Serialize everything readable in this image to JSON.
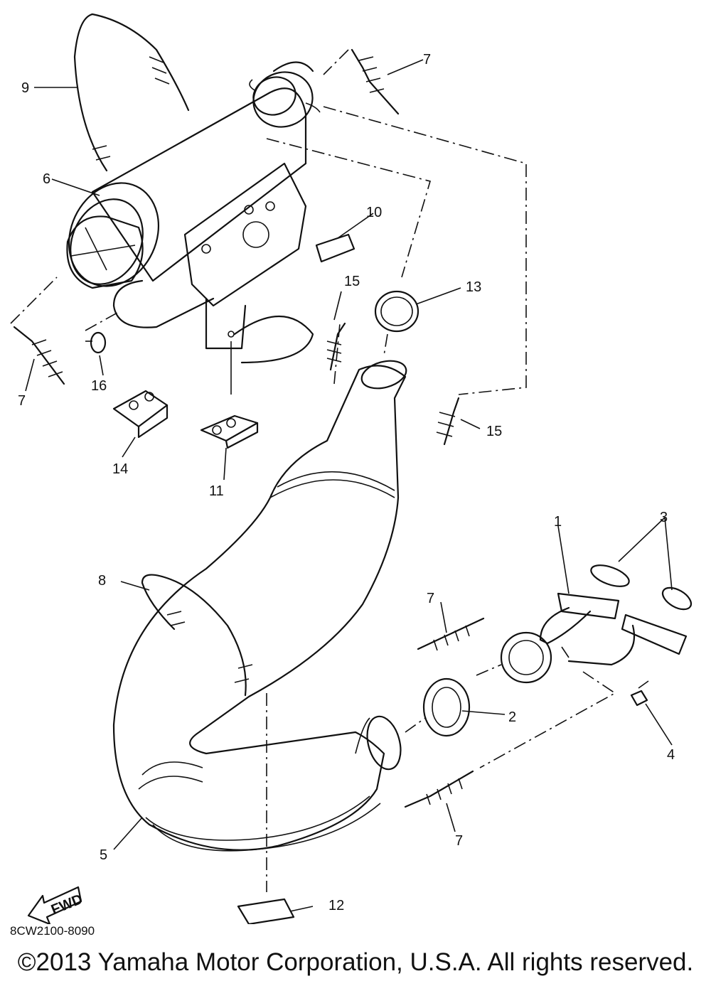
{
  "diagram": {
    "callouts": [
      "1",
      "2",
      "3",
      "4",
      "5",
      "6",
      "7",
      "7",
      "7",
      "7",
      "8",
      "9",
      "10",
      "11",
      "12",
      "13",
      "14",
      "15",
      "15",
      "16"
    ],
    "fwd_label": "FWD",
    "drawing_code": "8CW2100-8090"
  },
  "footer": {
    "copyright": "©2013 Yamaha Motor Corporation, U.S.A. All rights reserved."
  }
}
